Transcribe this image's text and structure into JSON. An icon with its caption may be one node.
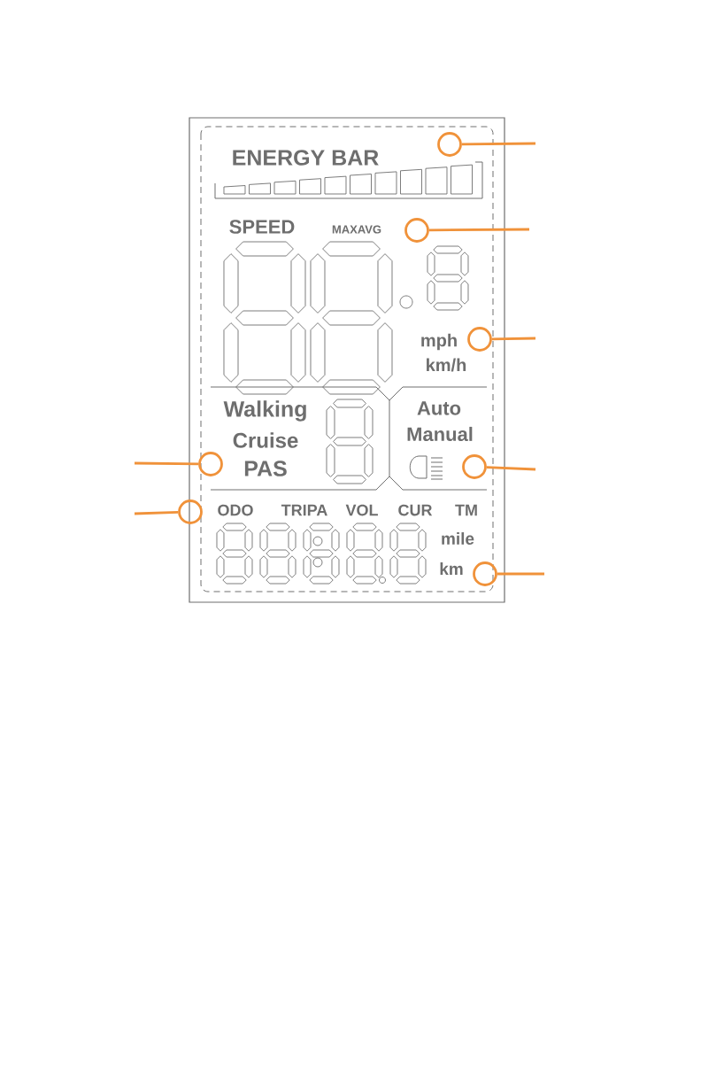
{
  "diagram": {
    "nodes": [
      {
        "text": [],
        "shape": "circle"
      },
      {
        "text": [],
        "shape": "circle"
      },
      {
        "text": [],
        "shape": "circle"
      },
      {
        "text": [],
        "shape": "circle"
      },
      {
        "text": [],
        "shape": "circle"
      },
      {
        "text": [],
        "shape": "circle"
      },
      {
        "text": [],
        "shape": "circle"
      }
    ],
    "edges": [
      {
        "from": 0,
        "to": null,
        "arrow": "none"
      },
      {
        "from": 1,
        "to": null,
        "arrow": "none"
      },
      {
        "from": 2,
        "to": null,
        "arrow": "none"
      },
      {
        "from": 3,
        "to": null,
        "arrow": "none"
      },
      {
        "from": 4,
        "to": null,
        "arrow": "none"
      },
      {
        "from": 5,
        "to": null,
        "arrow": "none"
      },
      {
        "from": 6,
        "to": null,
        "arrow": "none"
      }
    ],
    "labels": [
      "ENERGY BAR",
      "SPEED",
      "MAXAVG",
      "mph",
      "km/h",
      "Walking",
      "Cruise",
      "PAS",
      "Auto",
      "Manual",
      "ODO",
      "TRIPA",
      "VOL",
      "CUR",
      "TM",
      "mile",
      "km"
    ]
  }
}
